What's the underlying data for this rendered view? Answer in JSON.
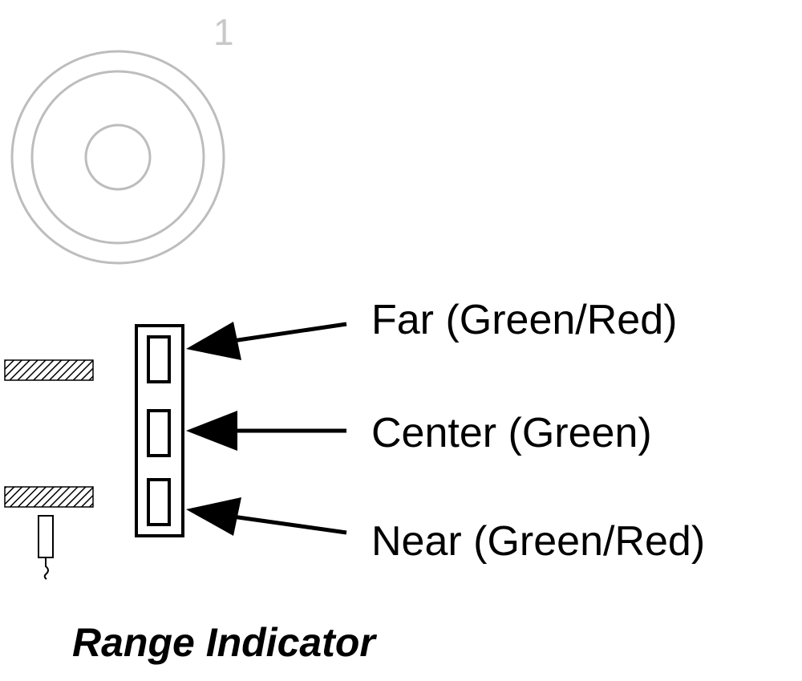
{
  "step_number": "1",
  "labels": {
    "far": "Far (Green/Red)",
    "center": "Center (Green)",
    "near": "Near (Green/Red)"
  },
  "caption": "Range Indicator",
  "colors": {
    "ink": "#000000",
    "dial_gray": "#bdbdbd",
    "step_gray": "#c8c8c8"
  }
}
